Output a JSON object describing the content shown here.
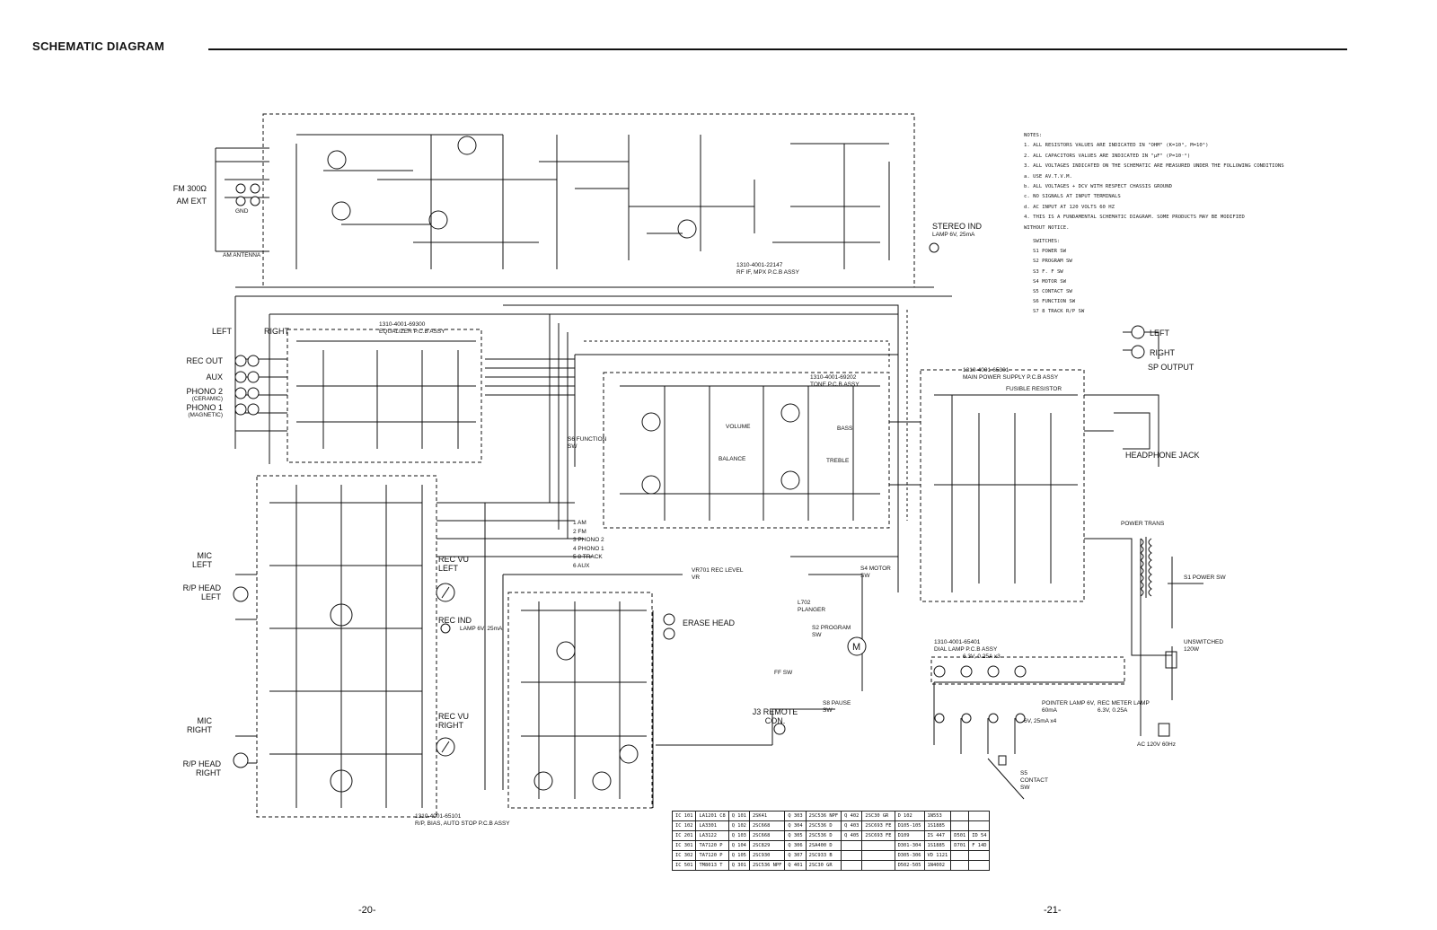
{
  "header": {
    "title": "SCHEMATIC DIAGRAM"
  },
  "pages": {
    "left": "-20-",
    "right": "-21-"
  },
  "blocks": {
    "rf_if_mpx": {
      "part": "1310-4001-22147",
      "name": "RF IF, MPX P.C.B ASSY"
    },
    "equalizer": {
      "part": "1310-4001-69300",
      "name": "EQUALIZER P.C.B ASSY"
    },
    "tone": {
      "part": "1310-4001-69202",
      "name": "TONE P.C.B ASSY"
    },
    "main_power": {
      "part": "1310-4001-65301",
      "name": "MAIN POWER SUPPLY P.C.B ASSY"
    },
    "rp_bias": {
      "part": "1310-4001-65101",
      "name": "R/P, BIAS, AUTO STOP P.C.B ASSY"
    },
    "dial_lamp": {
      "part": "1310-4001-65401",
      "name": "DIAL LAMP P.C.B ASSY"
    }
  },
  "inputs": {
    "fm": "FM 300Ω",
    "am_ext": "AM EXT",
    "gnd": "GND",
    "am_antenna": "AM ANTENNA",
    "left": "LEFT",
    "right": "RIGHT",
    "rec_out": "REC OUT",
    "aux": "AUX",
    "phono2": "PHONO 2",
    "phono2_sub": "(CERAMIC)",
    "phono1": "PHONO 1",
    "phono1_sub": "(MAGNETIC)",
    "mic_left": "MIC LEFT",
    "rp_head_left": "R/P HEAD LEFT",
    "mic_right": "MIC RIGHT",
    "rp_head_right": "R/P HEAD RIGHT"
  },
  "outputs": {
    "stereo_ind": "STEREO IND",
    "stereo_lamp": "LAMP 6V, 25mA",
    "left": "LEFT",
    "right": "RIGHT",
    "sp_output": "SP OUTPUT",
    "headphone": "HEADPHONE JACK",
    "power_trans": "POWER TRANS",
    "power_sw": "S1 POWER SW",
    "unswitched": "UNSWITCHED 120W",
    "ac_line": "AC 120V 60Hz",
    "pointer_lamp": "POINTER LAMP 6V, 60mA",
    "rec_meter_lamp": "REC METER LAMP 6.3V, 0.25A",
    "lamp_set": "6V, 25mA x4",
    "dial_lamps": "6.3V, 0.25A x3",
    "contact_sw": "S5 CONTACT SW"
  },
  "mid": {
    "function_sw": "S6 FUNCTION SW",
    "func_list": [
      "1  AM",
      "2  FM",
      "3  PHONO 2",
      "4  PHONO 1",
      "5  8 TRACK",
      "6  AUX"
    ],
    "rec_level": "VR701 REC LEVEL VR",
    "rec_vu_left": "REC VU LEFT",
    "rec_vu_right": "REC VU RIGHT",
    "rec_ind": "REC IND",
    "rec_ind_lamp": "LAMP 6V, 25mA",
    "erase_head": "ERASE HEAD",
    "motor_sw": "S4 MOTOR SW",
    "plunger": "L702 PLANGER",
    "program_sw": "S2 PROGRAM SW",
    "ff_sw": "FF SW",
    "pause_sw": "S8 PAUSE SW",
    "remote": "J3 REMOTE CON.",
    "balance": "BALANCE",
    "volume": "VOLUME",
    "treble": "TREBLE",
    "bass": "BASS",
    "fusible": "FUSIBLE RESISTOR"
  },
  "notes": [
    "NOTES:",
    "1. ALL RESISTORS VALUES ARE INDICATED IN \"OHM\" (K=10³, M=10⁶)",
    "2. ALL CAPACITORS VALUES ARE INDICATED IN \"μF\" (P=10⁻⁶)",
    "3. ALL VOLTAGES INDICATED ON THE SCHEMATIC ARE MEASURED UNDER THE FOLLOWING CONDITIONS",
    "   a. USE AV.T.V.M.",
    "   b. ALL VOLTAGES + DCV WITH RESPECT CHASSIS GROUND",
    "   c. NO SIGNALS AT INPUT TERMINALS",
    "   d. AC INPUT AT 120 VOLTS 60 HZ",
    "4. THIS IS A FUNDAMENTAL SCHEMATIC DIAGRAM. SOME PRODUCTS MAY BE MODIFIED",
    "   WITHOUT NOTICE."
  ],
  "switches": [
    "SWITCHES:",
    "S1  POWER SW",
    "S2  PROGRAM SW",
    "S3  F. F SW",
    "S4  MOTOR SW",
    "S5  CONTACT SW",
    "S6  FUNCTION SW",
    "S7  8 TRACK R/P SW"
  ],
  "parts_table": [
    [
      "IC 101",
      "LA1201 C8",
      "Q 101",
      "2SK41",
      "Q 303",
      "2SC536 NPF",
      "Q 402",
      "2SC30 GR",
      "D 102",
      "1N553"
    ],
    [
      "IC 102",
      "LA3301",
      "Q 102",
      "2SC668",
      "Q 304",
      "2SC536 D",
      "Q 403",
      "2SC693 FE",
      "D105-105",
      "1S1885"
    ],
    [
      "IC 201",
      "LA3122",
      "Q 103",
      "2SC668",
      "Q 305",
      "2SC536 D",
      "Q 405",
      "2SC693 FE",
      "D109",
      "IS 447"
    ],
    [
      "IC 301",
      "TA7120 P",
      "Q 104",
      "2SC829",
      "Q 306",
      "2SA400 D",
      "",
      "",
      "D301-304",
      "1S1885"
    ],
    [
      "IC 302",
      "TA7120 P",
      "Q 105",
      "2SC930",
      "Q 307",
      "2SC933 B",
      "",
      "",
      "D305-306",
      "VD 1121"
    ],
    [
      "IC 501",
      "TM8013 T",
      "Q 301",
      "2SC536 NPF",
      "Q 401",
      "2SC30 GR",
      "",
      "",
      "D502-505",
      "1N4002"
    ]
  ],
  "parts_extra": [
    [
      "D501",
      "ID 54"
    ],
    [
      "D701",
      "F 14D"
    ]
  ]
}
